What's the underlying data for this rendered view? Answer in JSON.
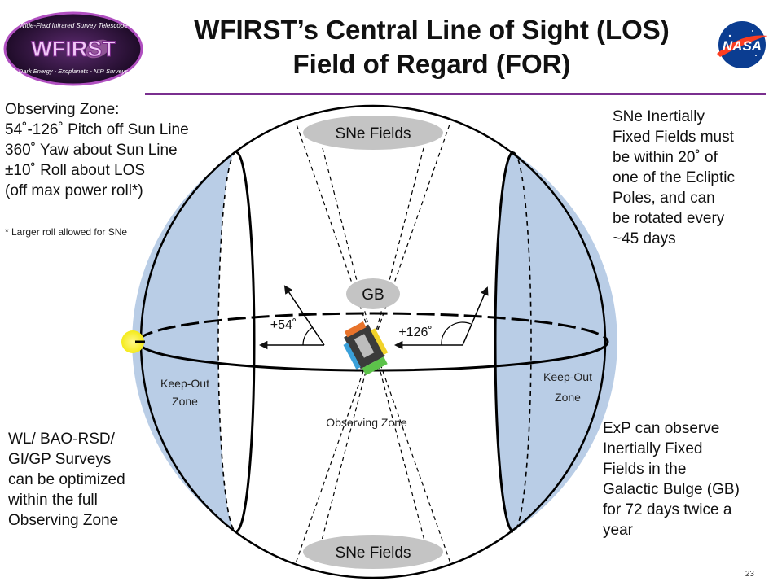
{
  "slide": {
    "title_line1": "WFIRST’s Central Line of Sight (LOS)",
    "title_line2": "Field of Regard (FOR)",
    "page_number": "23"
  },
  "logos": {
    "wfirst": {
      "arc_top": "Wide-Field Infrared Survey Telescope",
      "wordmark": "WFIRST",
      "arc_bottom": "Dark Energy - Exoplanets - NIR Surveys"
    },
    "nasa": {
      "wordmark": "NASA"
    }
  },
  "observing_zone_box": {
    "heading": "Observing Zone:",
    "lines": [
      "54˚-126˚ Pitch off Sun Line",
      "360˚ Yaw about Sun Line",
      "±10˚ Roll about LOS",
      "(off max power roll*)"
    ],
    "footnote": "* Larger roll allowed for SNe"
  },
  "sne_note": {
    "lines": [
      "SNe Inertially",
      "Fixed Fields must",
      "be within 20˚ of",
      "one of the Ecliptic",
      "Poles, and can",
      "be rotated every",
      "~45 days"
    ]
  },
  "wl_note": {
    "lines": [
      "WL/ BAO-RSD/",
      "GI/GP Surveys",
      "can be optimized",
      "within the full",
      "Observing Zone"
    ]
  },
  "exp_note": {
    "lines": [
      "ExP can observe",
      "Inertially Fixed",
      "Fields in the",
      "Galactic Bulge (GB)",
      "for 72 days twice a",
      "year"
    ]
  },
  "diagram": {
    "sne_fields_top": "SNe Fields",
    "sne_fields_bottom": "SNe Fields",
    "gb_label": "GB",
    "angle_left": "+54˚",
    "angle_right": "+126˚",
    "keep_out_left_l1": "Keep-Out",
    "keep_out_left_l2": "Zone",
    "keep_out_right_l1": "Keep-Out",
    "keep_out_right_l2": "Zone",
    "observing_zone": "Observing Zone",
    "colors": {
      "keep_out_fill": "#b9cde6",
      "pill_fill": "#c4c4c4",
      "sun": "#f4ea1a",
      "accent_rule": "#7a2f8f"
    }
  }
}
